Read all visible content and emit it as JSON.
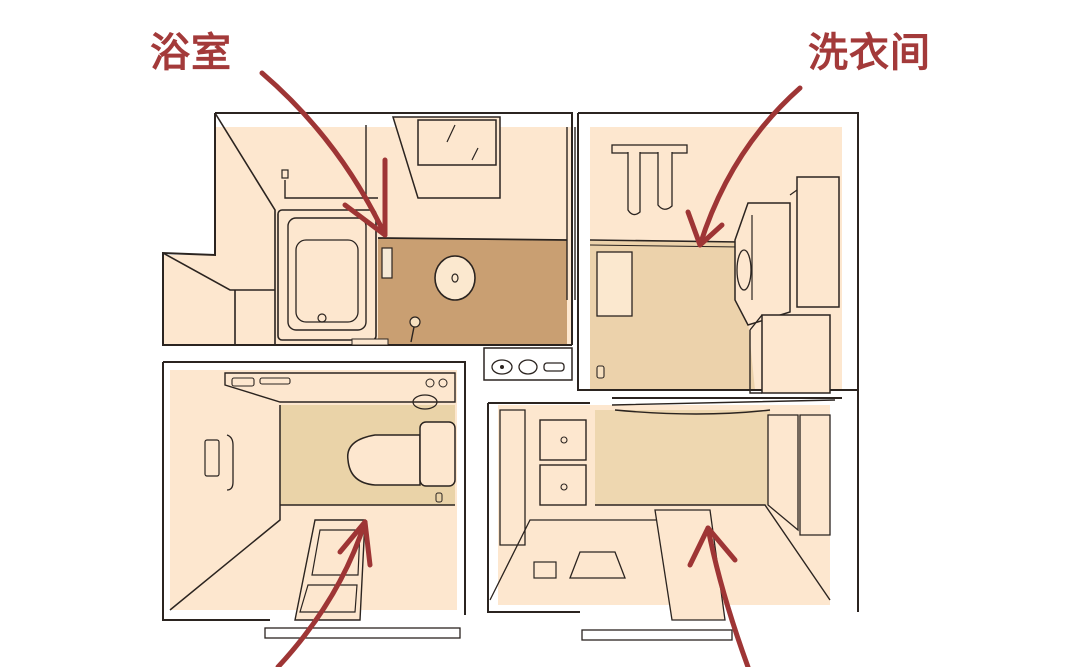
{
  "diagram": {
    "type": "illustrated isometric floor plan",
    "colors": {
      "label": "#a33a3a",
      "arrow": "#9e3535",
      "outline": "#2b2420",
      "wall_light": "#fde7cf",
      "floor_bathroom": "#c99f72",
      "floor_laundry": "#ecd2ab",
      "floor_toilet": "#ead3a8",
      "floor_washroom": "#eed7b0",
      "background": "#ffffff"
    },
    "labels": {
      "bathroom": "浴室",
      "laundry": "洗衣间",
      "bottom_left": "",
      "bottom_right": ""
    },
    "rooms": [
      {
        "id": "bathroom",
        "name": "浴室",
        "items": [
          "bathtub",
          "shower-faucet",
          "window",
          "round-drain",
          "grab-bar",
          "wall-shelf"
        ]
      },
      {
        "id": "laundry",
        "name": "洗衣间",
        "items": [
          "washing-machine",
          "cabinet",
          "gloves-on-rack",
          "notice-board",
          "door-handle"
        ]
      },
      {
        "id": "toilet",
        "name": "",
        "items": [
          "toilet",
          "control-panel",
          "grab-handle",
          "shelf",
          "slippers-mat"
        ]
      },
      {
        "id": "washroom",
        "name": "",
        "items": [
          "washbasin-counter",
          "drawer-cabinet",
          "curtain-rail",
          "slippers",
          "doorway-mat"
        ]
      }
    ],
    "arrows": [
      {
        "from": "bathroom-label",
        "to": "bathroom-floor"
      },
      {
        "from": "laundry-label",
        "to": "laundry-floor"
      },
      {
        "from": "bottom-left",
        "to": "toilet-doorway"
      },
      {
        "from": "bottom-right",
        "to": "washroom-doorway"
      }
    ]
  }
}
